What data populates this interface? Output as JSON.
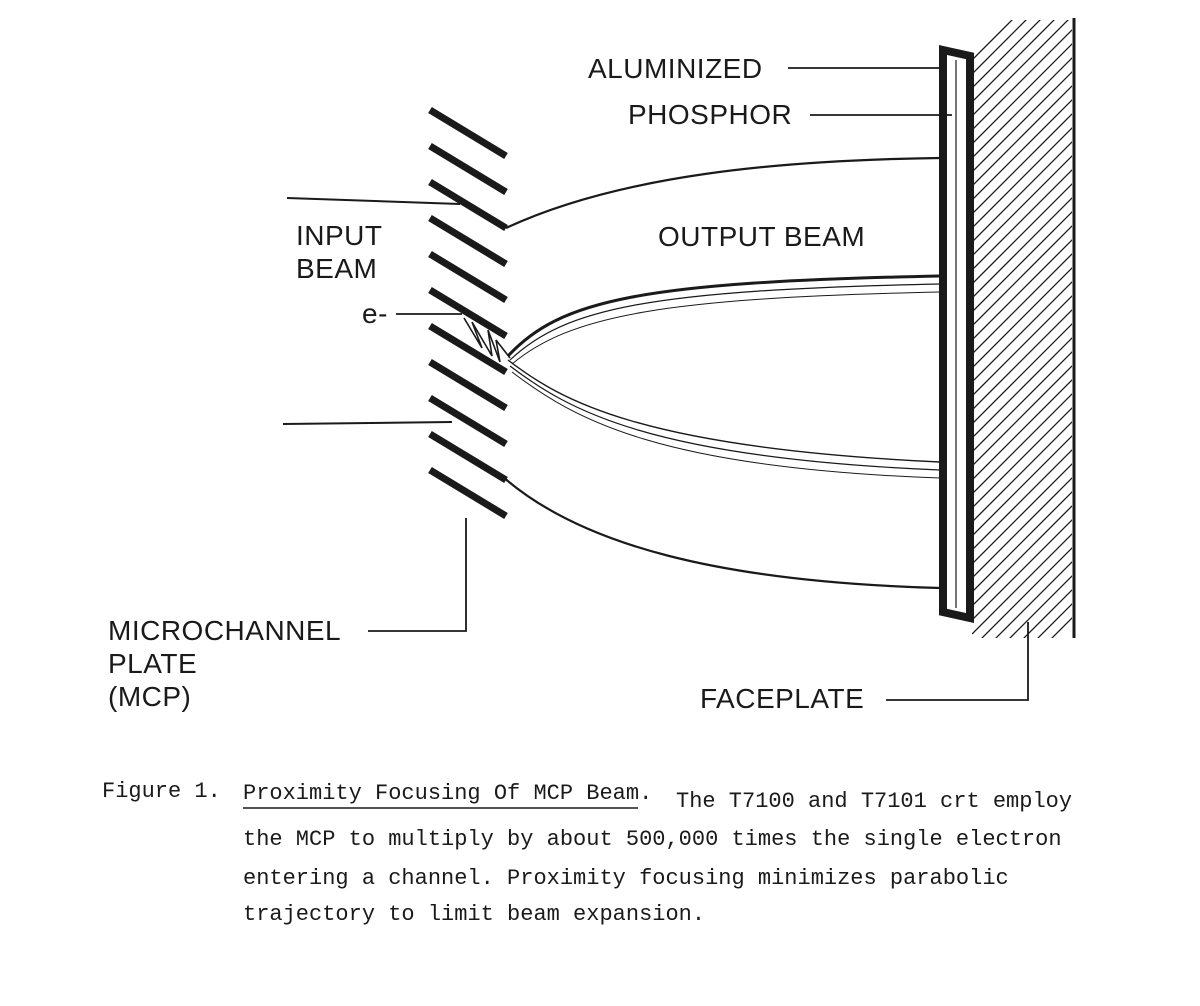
{
  "labels": {
    "aluminized": "ALUMINIZED",
    "phosphor": "PHOSPHOR",
    "input_beam_line1": "INPUT",
    "input_beam_line2": "BEAM",
    "output_beam": "OUTPUT BEAM",
    "electron": "e-",
    "mcp_line1": "MICROCHANNEL",
    "mcp_line2": "PLATE",
    "mcp_line3": "(MCP)",
    "faceplate": "FACEPLATE"
  },
  "caption": {
    "figure_number": "Figure 1.",
    "title": "Proximity Focusing Of MCP Beam",
    "title_punct": ".",
    "line1": "The T7100 and T7101 crt employ",
    "line2": "the MCP to multiply by about 500,000 times the single electron",
    "line3": "entering a channel.  Proximity focusing minimizes parabolic",
    "line4": "trajectory to limit beam expansion."
  },
  "colors": {
    "ink": "#1a1a1a",
    "paper": "#ffffff"
  }
}
